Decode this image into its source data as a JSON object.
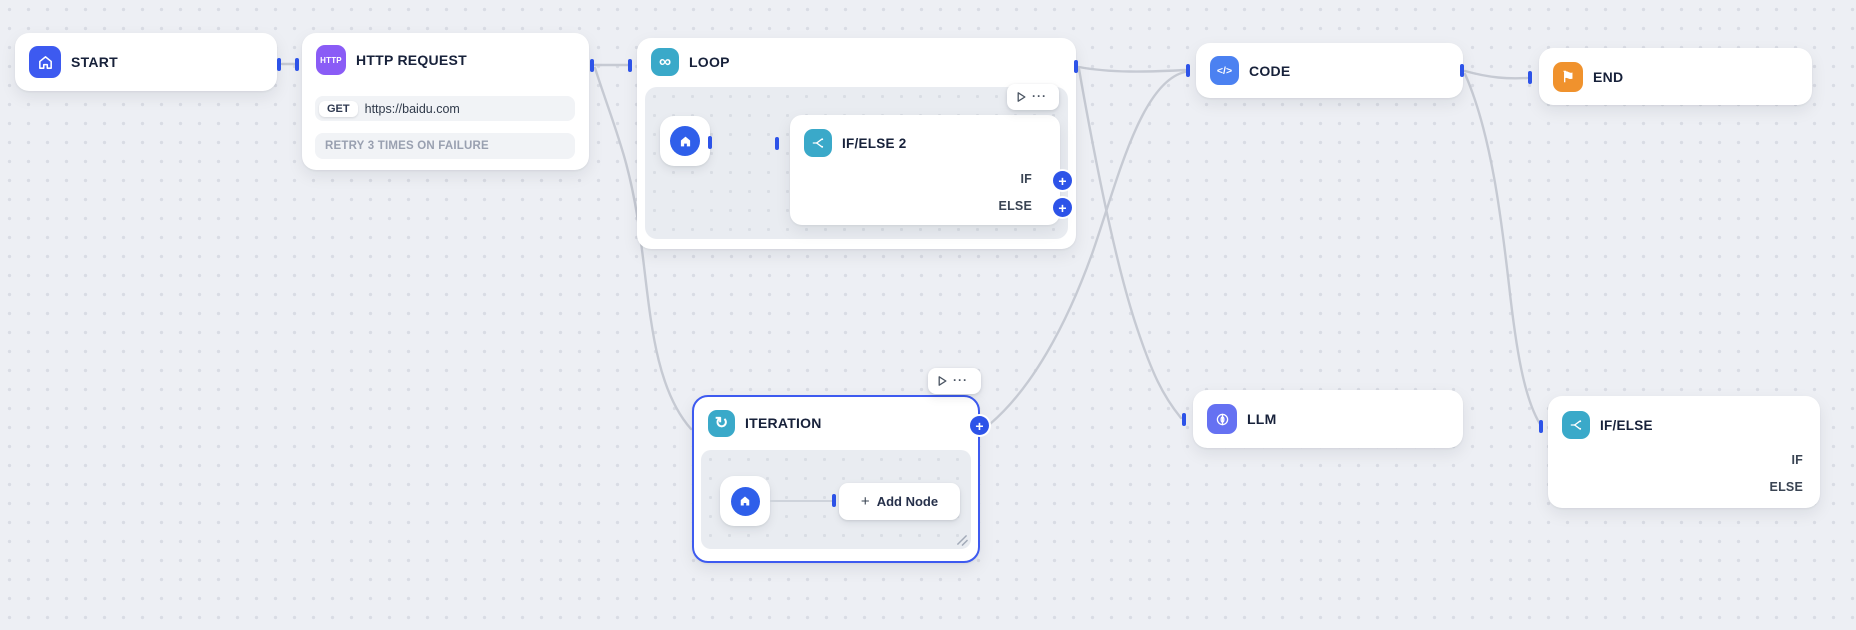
{
  "canvas": {
    "background": "#edeff4"
  },
  "colors": {
    "start_blue": "#3D5AF0",
    "http_purple": "#8A5CF6",
    "teal": "#3AA9C9",
    "code_blue": "#4B81F1",
    "end_orange": "#F0922D",
    "llm_indigo": "#6571F2",
    "plus_blue": "#2D53E8",
    "edge_gray": "#C6CAD3",
    "selection_blue": "#3D5AF0"
  },
  "ui": {
    "plus_glyph": "+",
    "ellipsis_glyph": "···",
    "infinity_glyph": "∞",
    "cycle_glyph": "↻",
    "flag_glyph": "⚑",
    "code_glyph": "</>",
    "http_glyph": "HTTP"
  },
  "nodes": {
    "start": {
      "title": "START"
    },
    "http_request": {
      "title": "HTTP REQUEST",
      "method": "GET",
      "url": "https://baidu.com",
      "retry_note": "RETRY 3 TIMES ON FAILURE"
    },
    "loop": {
      "title": "LOOP"
    },
    "if_else_2": {
      "title": "IF/ELSE 2",
      "branches": [
        "IF",
        "ELSE"
      ]
    },
    "code": {
      "title": "CODE"
    },
    "end": {
      "title": "END"
    },
    "llm": {
      "title": "LLM"
    },
    "iteration": {
      "title": "ITERATION",
      "add_node_label": "Add Node"
    },
    "if_else": {
      "title": "IF/ELSE",
      "branches": [
        "IF",
        "ELSE"
      ]
    }
  }
}
